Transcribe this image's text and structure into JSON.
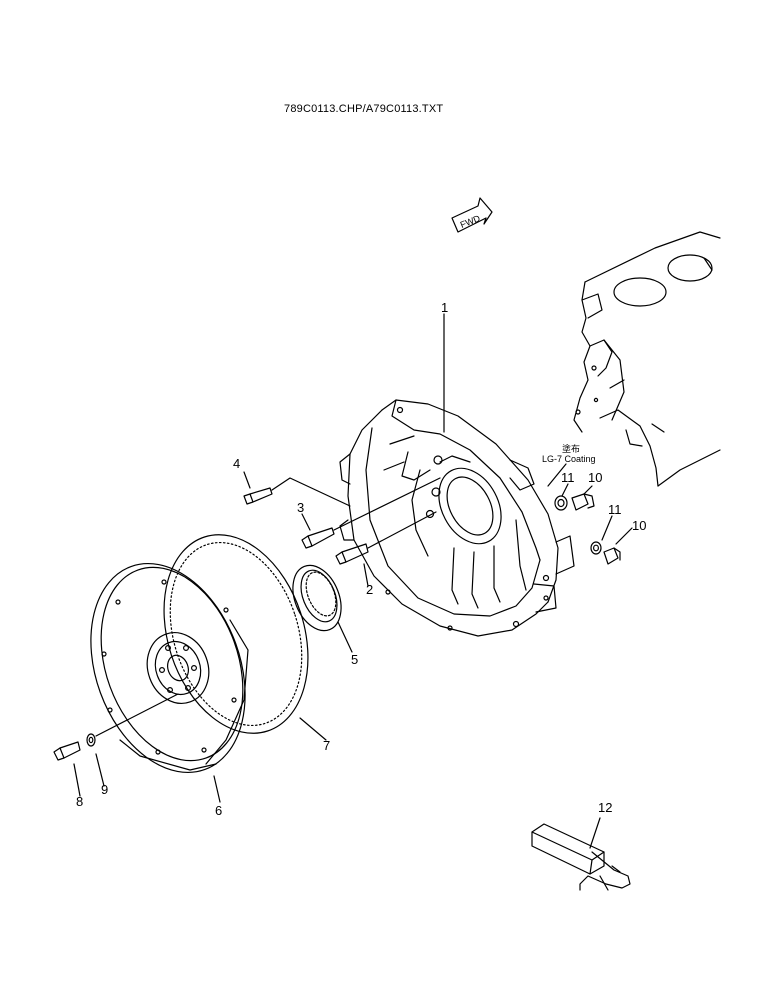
{
  "drawing": {
    "file_caption": "789C0113.CHP/A79C0113.TXT",
    "fwd_label": "FWD",
    "coating_kanji": "塗布",
    "coating_label": "LG-7 Coating"
  },
  "callouts": {
    "n1": "1",
    "n2": "2",
    "n3": "3",
    "n4": "4",
    "n5": "5",
    "n6": "6",
    "n7": "7",
    "n8": "8",
    "n9": "9",
    "n10a": "10",
    "n10b": "10",
    "n11a": "11",
    "n11b": "11",
    "n12": "12"
  }
}
